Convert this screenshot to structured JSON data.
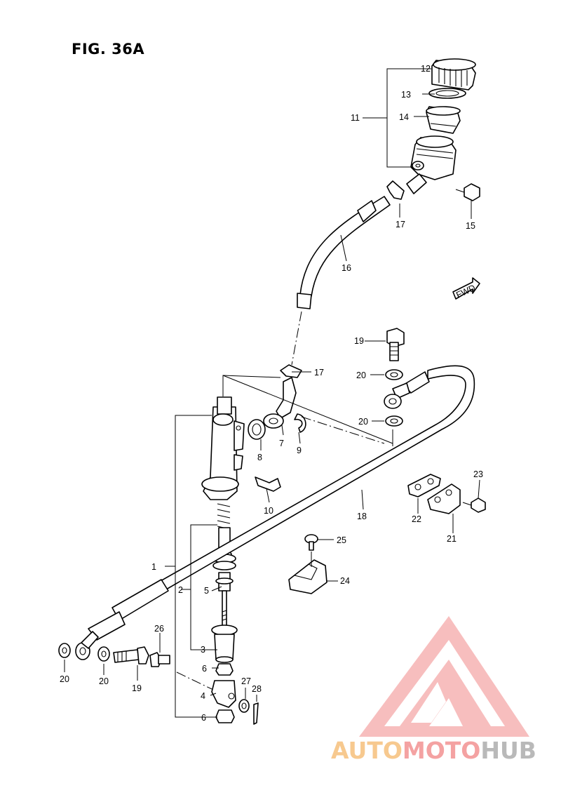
{
  "figure": {
    "title": "FIG. 36A"
  },
  "direction_marker": {
    "text": "FWD"
  },
  "watermark": {
    "part1": "AUTO",
    "part2": "MOTO",
    "part3": "HUB",
    "colors": [
      "#f7c98f",
      "#f4a2a2",
      "#b9b9b9"
    ]
  },
  "labels": {
    "p1": "1",
    "p2": "2",
    "p3": "3",
    "p4": "4",
    "p5": "5",
    "p6a": "6",
    "p6b": "6",
    "p7": "7",
    "p8": "8",
    "p9": "9",
    "p10": "10",
    "p11": "11",
    "p12": "12",
    "p13": "13",
    "p14": "14",
    "p15": "15",
    "p16": "16",
    "p17a": "17",
    "p17b": "17",
    "p18": "18",
    "p19a": "19",
    "p19b": "19",
    "p20a": "20",
    "p20b": "20",
    "p20c": "20",
    "p20d": "20",
    "p21": "21",
    "p22": "22",
    "p23": "23",
    "p24": "24",
    "p25": "25",
    "p26": "26",
    "p27": "27",
    "p28": "28"
  }
}
